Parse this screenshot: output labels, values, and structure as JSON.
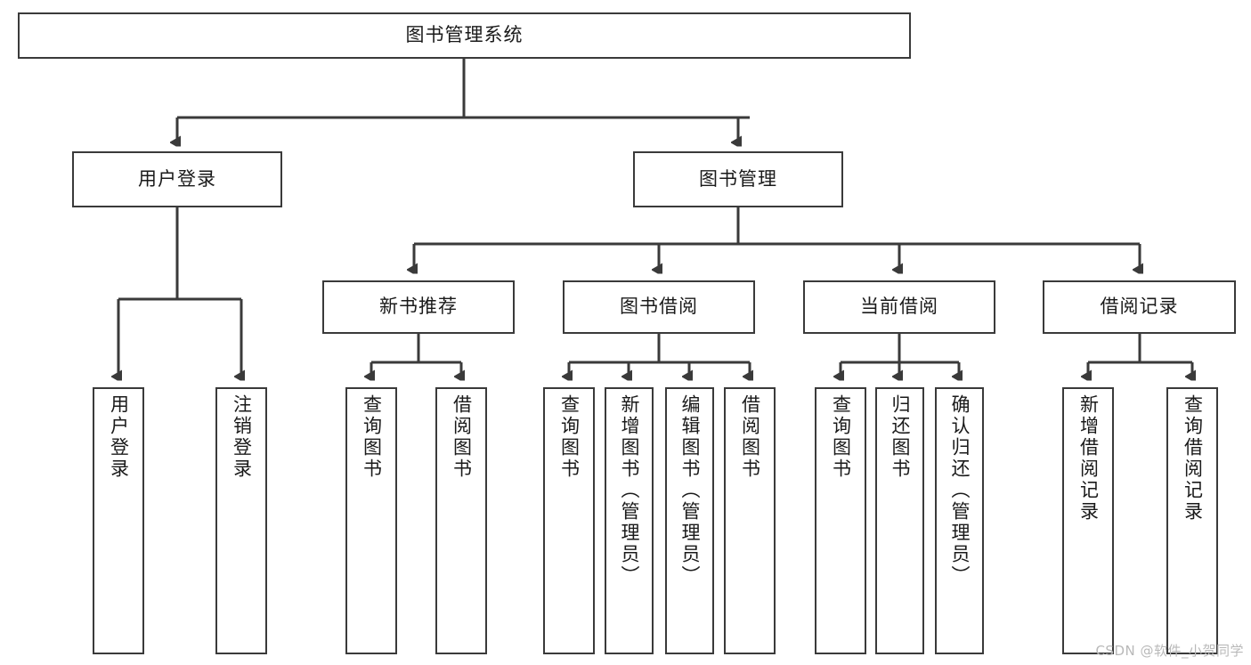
{
  "diagram": {
    "title": "图书管理系统",
    "type": "tree",
    "watermark": "CSDN @软件_小贺同学",
    "colors": {
      "border": "#3a3a3a",
      "background": "#ffffff",
      "text": "#1a1a1a",
      "watermark": "#b9b9b9"
    }
  },
  "nodes": {
    "root": {
      "label": "图书管理系统"
    },
    "level2": [
      {
        "id": "user-login",
        "label": "用户登录"
      },
      {
        "id": "book-manage",
        "label": "图书管理"
      }
    ],
    "level3": [
      {
        "id": "new-book-recommend",
        "label": "新书推荐"
      },
      {
        "id": "book-borrow",
        "label": "图书借阅"
      },
      {
        "id": "current-borrow",
        "label": "当前借阅"
      },
      {
        "id": "borrow-record",
        "label": "借阅记录"
      }
    ],
    "leaves": [
      {
        "id": "leaf-user-login",
        "label": "用户登录",
        "parent": "user-login"
      },
      {
        "id": "leaf-user-logout",
        "label": "注销登录",
        "parent": "user-login"
      },
      {
        "id": "leaf-query-book-1",
        "label": "查询图书",
        "parent": "new-book-recommend"
      },
      {
        "id": "leaf-borrow-book-1",
        "label": "借阅图书",
        "parent": "new-book-recommend"
      },
      {
        "id": "leaf-query-book-2",
        "label": "查询图书",
        "parent": "book-borrow"
      },
      {
        "id": "leaf-add-book",
        "label": "新增图书（管理员）",
        "parent": "book-borrow"
      },
      {
        "id": "leaf-edit-book",
        "label": "编辑图书（管理员）",
        "parent": "book-borrow"
      },
      {
        "id": "leaf-borrow-book-2",
        "label": "借阅图书",
        "parent": "book-borrow"
      },
      {
        "id": "leaf-query-book-3",
        "label": "查询图书",
        "parent": "current-borrow"
      },
      {
        "id": "leaf-return-book",
        "label": "归还图书",
        "parent": "current-borrow"
      },
      {
        "id": "leaf-confirm-return",
        "label": "确认归还（管理员）",
        "parent": "current-borrow"
      },
      {
        "id": "leaf-add-record",
        "label": "新增借阅记录",
        "parent": "borrow-record"
      },
      {
        "id": "leaf-query-record",
        "label": "查询借阅记录",
        "parent": "borrow-record"
      }
    ]
  }
}
